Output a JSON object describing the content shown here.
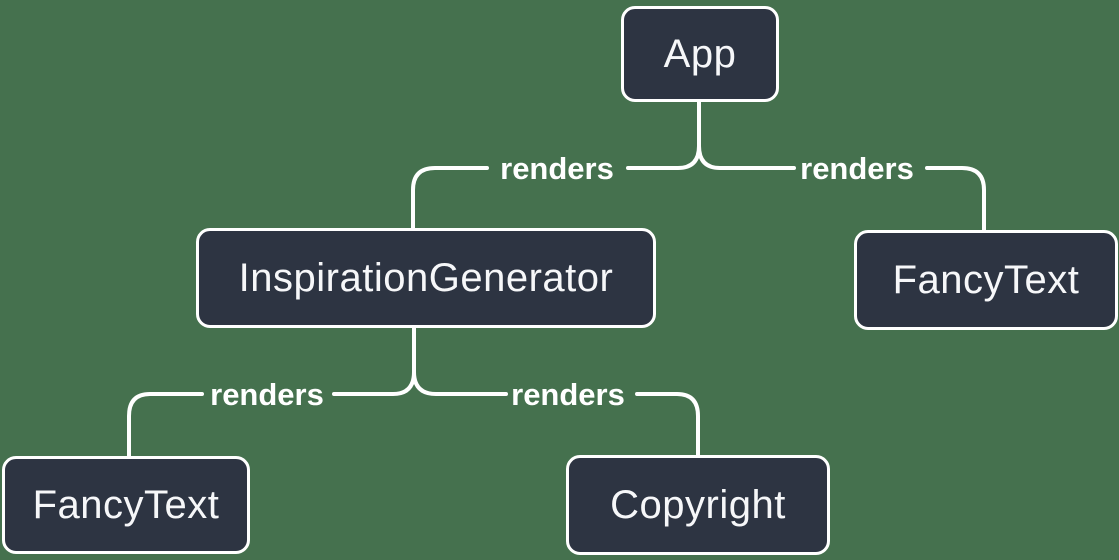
{
  "diagram": {
    "type": "tree",
    "nodes": [
      {
        "id": "app",
        "label": "App"
      },
      {
        "id": "inspiration-generator",
        "label": "InspirationGenerator"
      },
      {
        "id": "fancy-text-right",
        "label": "FancyText"
      },
      {
        "id": "fancy-text-bottom",
        "label": "FancyText"
      },
      {
        "id": "copyright",
        "label": "Copyright"
      }
    ],
    "edges": [
      {
        "from": "App",
        "to": "InspirationGenerator",
        "label": "renders"
      },
      {
        "from": "App",
        "to": "FancyText",
        "label": "renders"
      },
      {
        "from": "InspirationGenerator",
        "to": "FancyText",
        "label": "renders"
      },
      {
        "from": "InspirationGenerator",
        "to": "Copyright",
        "label": "renders"
      }
    ],
    "colors": {
      "background": "#45714E",
      "node_fill": "#2D3442",
      "node_border": "#FFFFFF",
      "node_text": "#F6F7F9",
      "connector": "#FFFFFF",
      "edge_label_text": "#FFFFFF"
    }
  }
}
